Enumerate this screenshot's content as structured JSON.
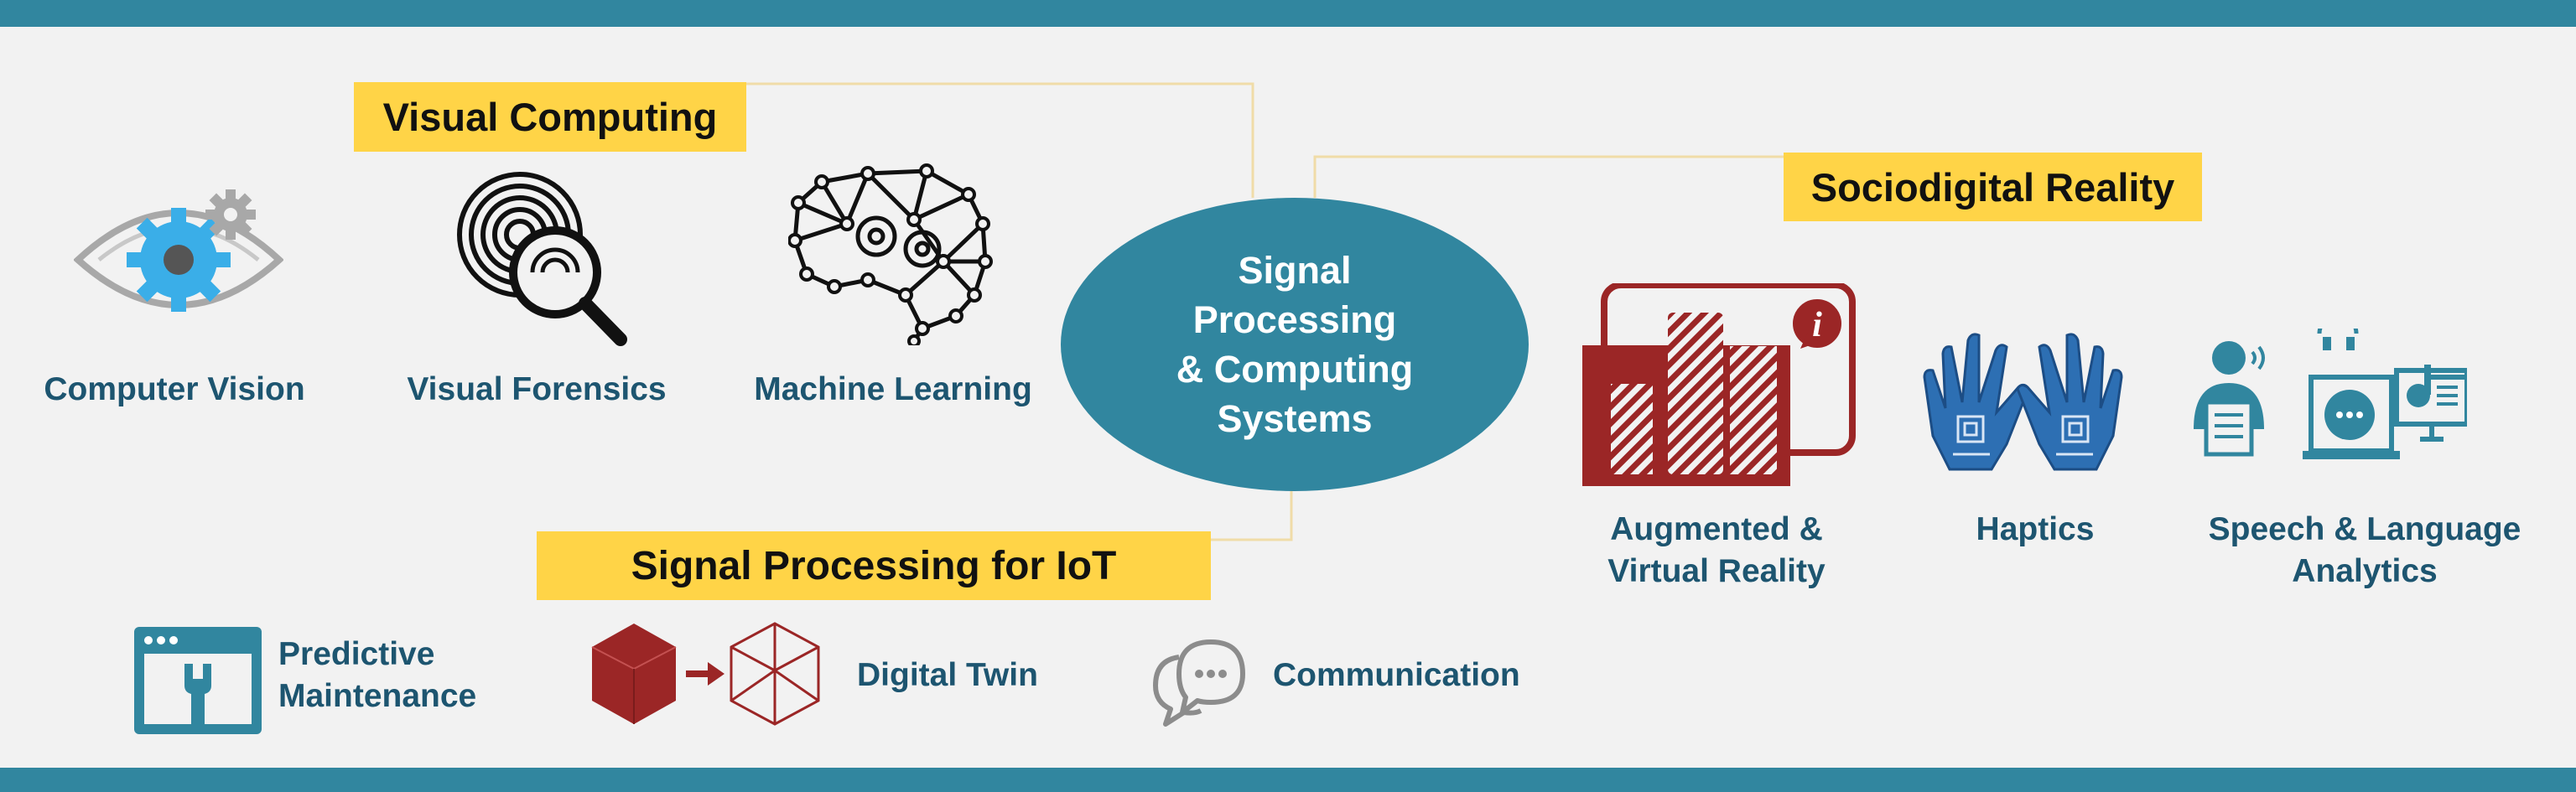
{
  "hub": {
    "line1": "Signal",
    "line2": "Processing",
    "line3": "& Computing",
    "line4": "Systems"
  },
  "groups": {
    "visual_computing": {
      "title": "Visual Computing",
      "items": [
        {
          "label": "Computer Vision",
          "icon": "eye-gear-icon"
        },
        {
          "label": "Visual Forensics",
          "icon": "fingerprint-magnifier-icon"
        },
        {
          "label": "Machine Learning",
          "icon": "brain-network-icon"
        }
      ]
    },
    "sociodigital_reality": {
      "title": "Sociodigital Reality",
      "items": [
        {
          "label_line1": "Augmented &",
          "label_line2": "Virtual Reality",
          "icon": "ar-vr-panel-icon"
        },
        {
          "label": "Haptics",
          "icon": "haptic-gloves-icon"
        },
        {
          "label_line1": "Speech & Language",
          "label_line2": "Analytics",
          "icon": "speech-analytics-icon"
        }
      ]
    },
    "iot": {
      "title": "Signal Processing for IoT",
      "items": [
        {
          "label_line1": "Predictive",
          "label_line2": "Maintenance",
          "icon": "wrench-window-icon"
        },
        {
          "label": "Digital Twin",
          "icon": "cube-twin-icon"
        },
        {
          "label": "Communication",
          "icon": "chat-bubbles-icon"
        }
      ]
    }
  },
  "colors": {
    "band": "#31869f",
    "highlight": "#ffd447",
    "accent_red": "#9b2626",
    "label_text": "#1d5570",
    "icon_blue": "#2d6fb3"
  }
}
